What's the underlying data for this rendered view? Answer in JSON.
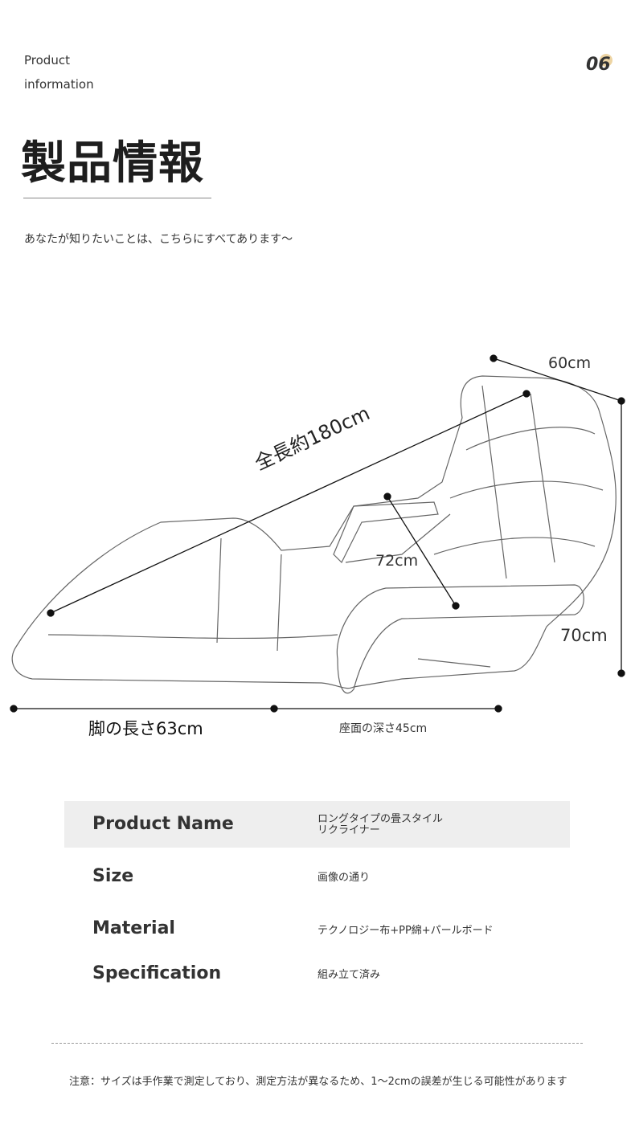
{
  "header": {
    "eyebrow_line1": "Product",
    "eyebrow_line2": "information",
    "page_number": "06",
    "title": "製品情報",
    "subtitle": "あなたが知りたいことは、こちらにすべてあります～"
  },
  "diagram": {
    "width_label": "60cm",
    "total_length_label": "全長約180cm",
    "back_label": "72cm",
    "height_label": "70cm",
    "leg_length_label": "脚の長さ63cm",
    "seat_depth_label": "座面の深さ45cm"
  },
  "specs": [
    {
      "label": "Product Name",
      "value_line1": "ロングタイプの畳スタイル",
      "value_line2": "リクライナー"
    },
    {
      "label": "Size",
      "value_line1": "画像の通り"
    },
    {
      "label": "Material",
      "value_line1": "テクノロジー布+PP綿+パールボード"
    },
    {
      "label": "Specification",
      "value_line1": "組み立て済み"
    }
  ],
  "note": "注意：サイズは手作業で測定しており、測定方法が異なるため、1～2cmの誤差が生じる可能性があります",
  "colors": {
    "accent": "#e9c98c",
    "band": "#eeeeee"
  }
}
